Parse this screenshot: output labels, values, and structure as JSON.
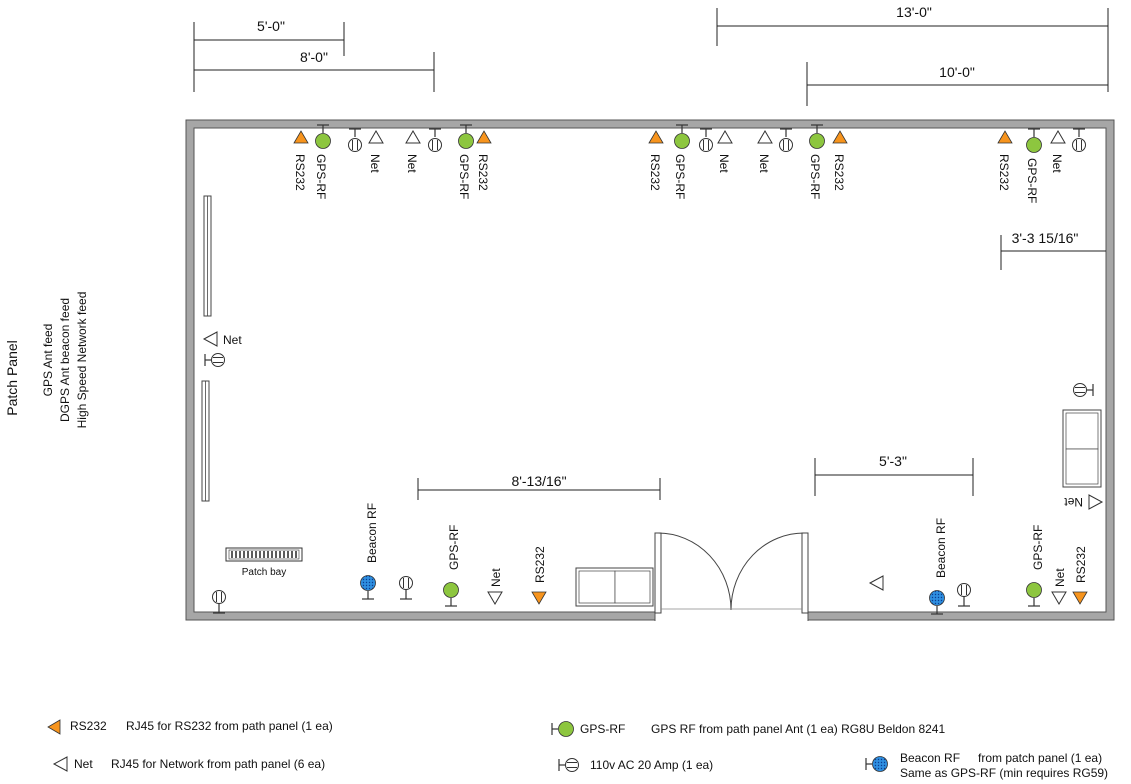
{
  "dimensions": {
    "top_5ft": "5'-0\"",
    "top_8ft": "8'-0\"",
    "top_13ft": "13'-0\"",
    "top_10ft": "10'-0\"",
    "right_3ft": "3'-3 15/16\"",
    "bottom_8ft": "8'-13/16\"",
    "bottom_5ft": "5'-3\""
  },
  "side": {
    "title": "Patch Panel",
    "feeds": [
      "GPS Ant feed",
      "DGPS Ant beacon feed",
      "High Speed Network feed"
    ]
  },
  "labels": {
    "rs232": "RS232",
    "gps_rf": "GPS-RF",
    "net": "Net",
    "beacon_rf": "Beacon RF",
    "patch_bay": "Patch bay"
  },
  "legend": {
    "rs232_label": "RS232",
    "rs232_desc": "RJ45 for RS232 from path panel (1 ea)",
    "net_label": "Net",
    "net_desc": "RJ45 for Network from path panel (6 ea)",
    "gps_label": "GPS-RF",
    "gps_desc": "GPS RF from path panel Ant (1 ea) RG8U Beldon 8241",
    "power_desc": "110v AC 20 Amp (1 ea)",
    "beacon_label": "Beacon RF",
    "beacon_desc1": "from patch panel (1 ea)",
    "beacon_desc2": "Same as GPS-RF (min requires RG59)"
  },
  "colors": {
    "rs232": "#F7941D",
    "gps": "#8DC63F",
    "beacon": "#2E8FE0",
    "wall": "#A6A6A6"
  }
}
